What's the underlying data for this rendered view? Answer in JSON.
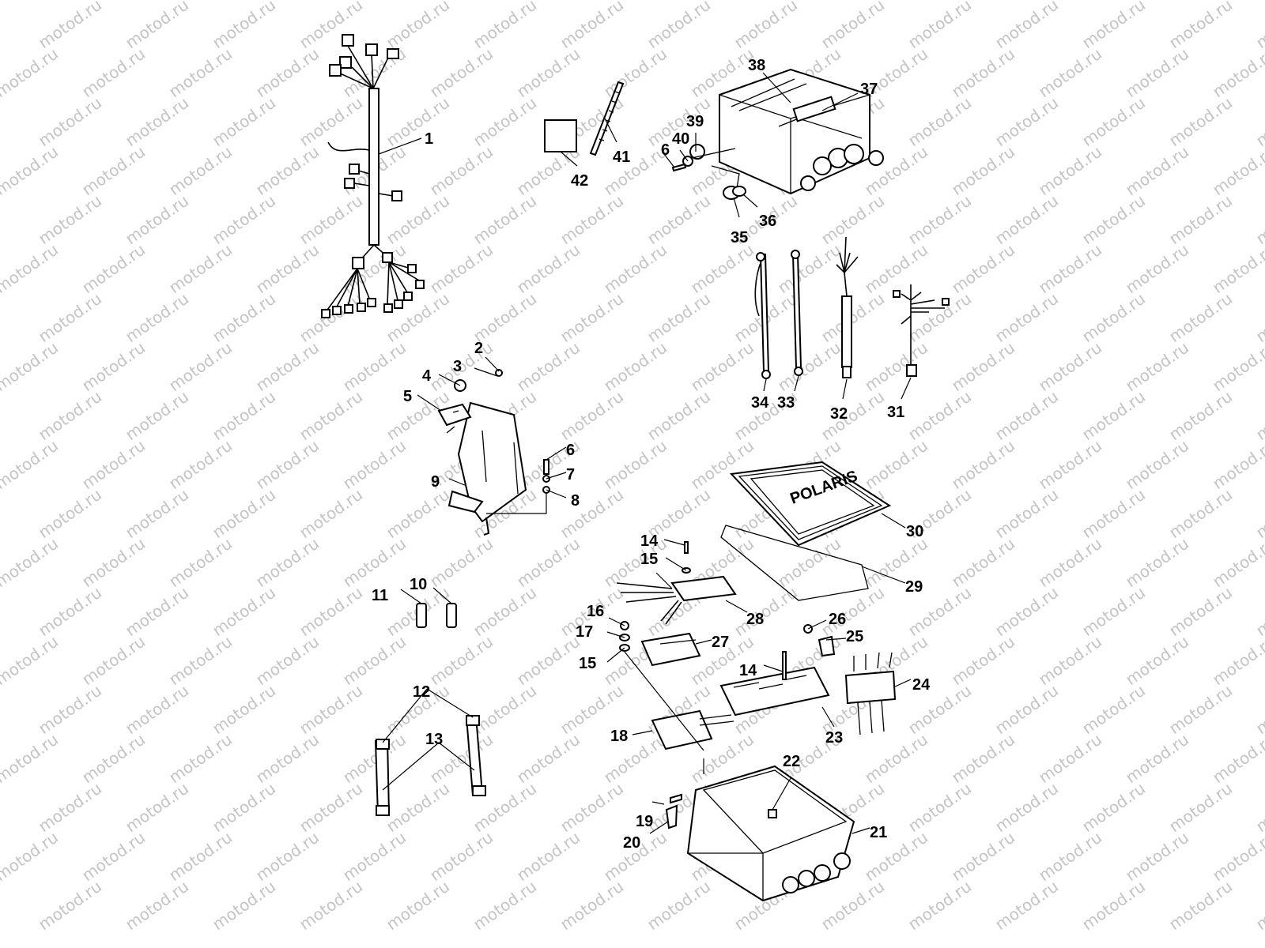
{
  "watermark": {
    "text": "motod.ru",
    "color": "#c8c8c8"
  },
  "callouts": [
    {
      "id": "c1",
      "text": "1"
    },
    {
      "id": "c2",
      "text": "2"
    },
    {
      "id": "c3",
      "text": "3"
    },
    {
      "id": "c4",
      "text": "4"
    },
    {
      "id": "c5",
      "text": "5"
    },
    {
      "id": "c6a",
      "text": "6"
    },
    {
      "id": "c6b",
      "text": "6"
    },
    {
      "id": "c7",
      "text": "7"
    },
    {
      "id": "c8",
      "text": "8"
    },
    {
      "id": "c9",
      "text": "9"
    },
    {
      "id": "c10",
      "text": "10"
    },
    {
      "id": "c11",
      "text": "11"
    },
    {
      "id": "c12",
      "text": "12"
    },
    {
      "id": "c13",
      "text": "13"
    },
    {
      "id": "c14a",
      "text": "14"
    },
    {
      "id": "c14b",
      "text": "14"
    },
    {
      "id": "c15a",
      "text": "15"
    },
    {
      "id": "c15b",
      "text": "15"
    },
    {
      "id": "c16",
      "text": "16"
    },
    {
      "id": "c17",
      "text": "17"
    },
    {
      "id": "c18",
      "text": "18"
    },
    {
      "id": "c19",
      "text": "19"
    },
    {
      "id": "c20",
      "text": "20"
    },
    {
      "id": "c21",
      "text": "21"
    },
    {
      "id": "c22",
      "text": "22"
    },
    {
      "id": "c23",
      "text": "23"
    },
    {
      "id": "c24",
      "text": "24"
    },
    {
      "id": "c25",
      "text": "25"
    },
    {
      "id": "c26",
      "text": "26"
    },
    {
      "id": "c27",
      "text": "27"
    },
    {
      "id": "c28",
      "text": "28"
    },
    {
      "id": "c29",
      "text": "29"
    },
    {
      "id": "c30",
      "text": "30"
    },
    {
      "id": "c31",
      "text": "31"
    },
    {
      "id": "c32",
      "text": "32"
    },
    {
      "id": "c33",
      "text": "33"
    },
    {
      "id": "c34",
      "text": "34"
    },
    {
      "id": "c35",
      "text": "35"
    },
    {
      "id": "c36",
      "text": "36"
    },
    {
      "id": "c37",
      "text": "37"
    },
    {
      "id": "c38",
      "text": "38"
    },
    {
      "id": "c39",
      "text": "39"
    },
    {
      "id": "c40",
      "text": "40"
    },
    {
      "id": "c41",
      "text": "41"
    },
    {
      "id": "c42",
      "text": "42"
    }
  ],
  "lid_logo": {
    "text": "POLARIS"
  }
}
